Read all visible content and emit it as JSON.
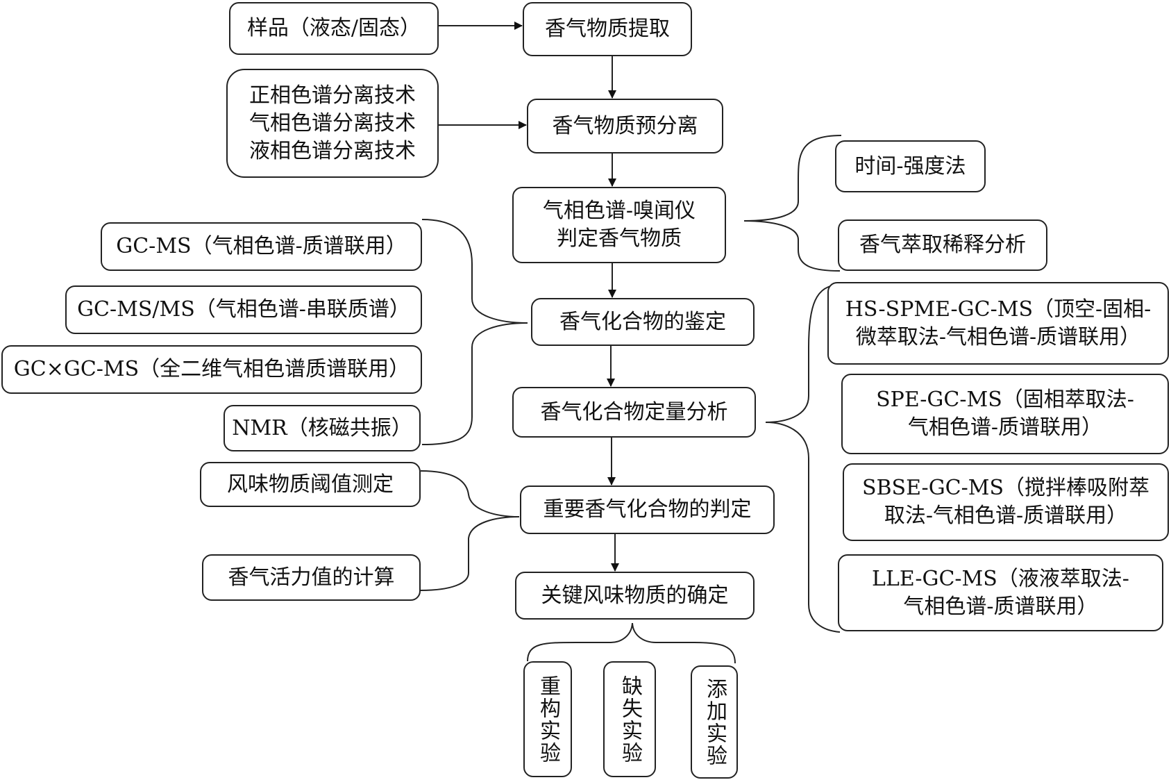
{
  "main_flow": [
    {
      "id": "extract",
      "label": "香气物质提取"
    },
    {
      "id": "preseparate",
      "label": "香气物质预分离"
    },
    {
      "id": "gco",
      "label": "气相色谱-嗅闻仪\n判定香气物质"
    },
    {
      "id": "identify",
      "label": "香气化合物的鉴定"
    },
    {
      "id": "quantify",
      "label": "香气化合物定量分析"
    },
    {
      "id": "important",
      "label": "重要香气化合物的判定"
    },
    {
      "id": "key",
      "label": "关键风味物质的确定"
    }
  ],
  "inputs": {
    "sample": "样品（液态/固态）",
    "separation_techniques": "正相色谱分离技术\n气相色谱分离技术\n液相色谱分离技术"
  },
  "gco_methods": [
    "时间-强度法",
    "香气萃取稀释分析"
  ],
  "identification_methods": [
    "GC-MS（气相色谱-质谱联用）",
    "GC-MS/MS（气相色谱-串联质谱）",
    "GC×GC-MS（全二维气相色谱质谱联用）",
    "NMR（核磁共振）"
  ],
  "quantification_methods": [
    "HS-SPME-GC-MS（顶空-固相-\n微萃取法-气相色谱-质谱联用）",
    "SPE-GC-MS（固相萃取法-\n气相色谱-质谱联用）",
    "SBSE-GC-MS（搅拌棒吸附萃\n取法-气相色谱-质谱联用）",
    "LLE-GC-MS（液液萃取法-\n气相色谱-质谱联用）"
  ],
  "importance_methods": [
    "风味物质阈值测定",
    "香气活力值的计算"
  ],
  "validation_experiments": [
    "重构实验",
    "缺失实验",
    "添加实验"
  ]
}
